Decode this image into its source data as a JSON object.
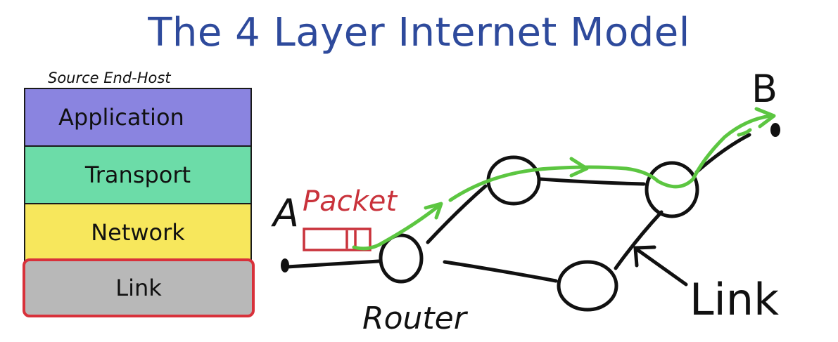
{
  "title": "The 4 Layer Internet Model",
  "stack": {
    "caption": "Source End-Host",
    "layers": [
      "Application",
      "Transport",
      "Network",
      "Link"
    ],
    "highlighted": "Link",
    "colors": {
      "application": "#8a84e0",
      "transport": "#6cdca8",
      "network": "#f7e75c",
      "link": "#b8b8b8",
      "highlight_border": "#d8313a"
    }
  },
  "sketch": {
    "host_a_label": "A",
    "host_b_label": "B",
    "packet_label": "Packet",
    "router_label": "Router",
    "link_label": "Link",
    "colors": {
      "ink": "#111111",
      "packet": "#c9323b",
      "path": "#5cc641"
    }
  }
}
